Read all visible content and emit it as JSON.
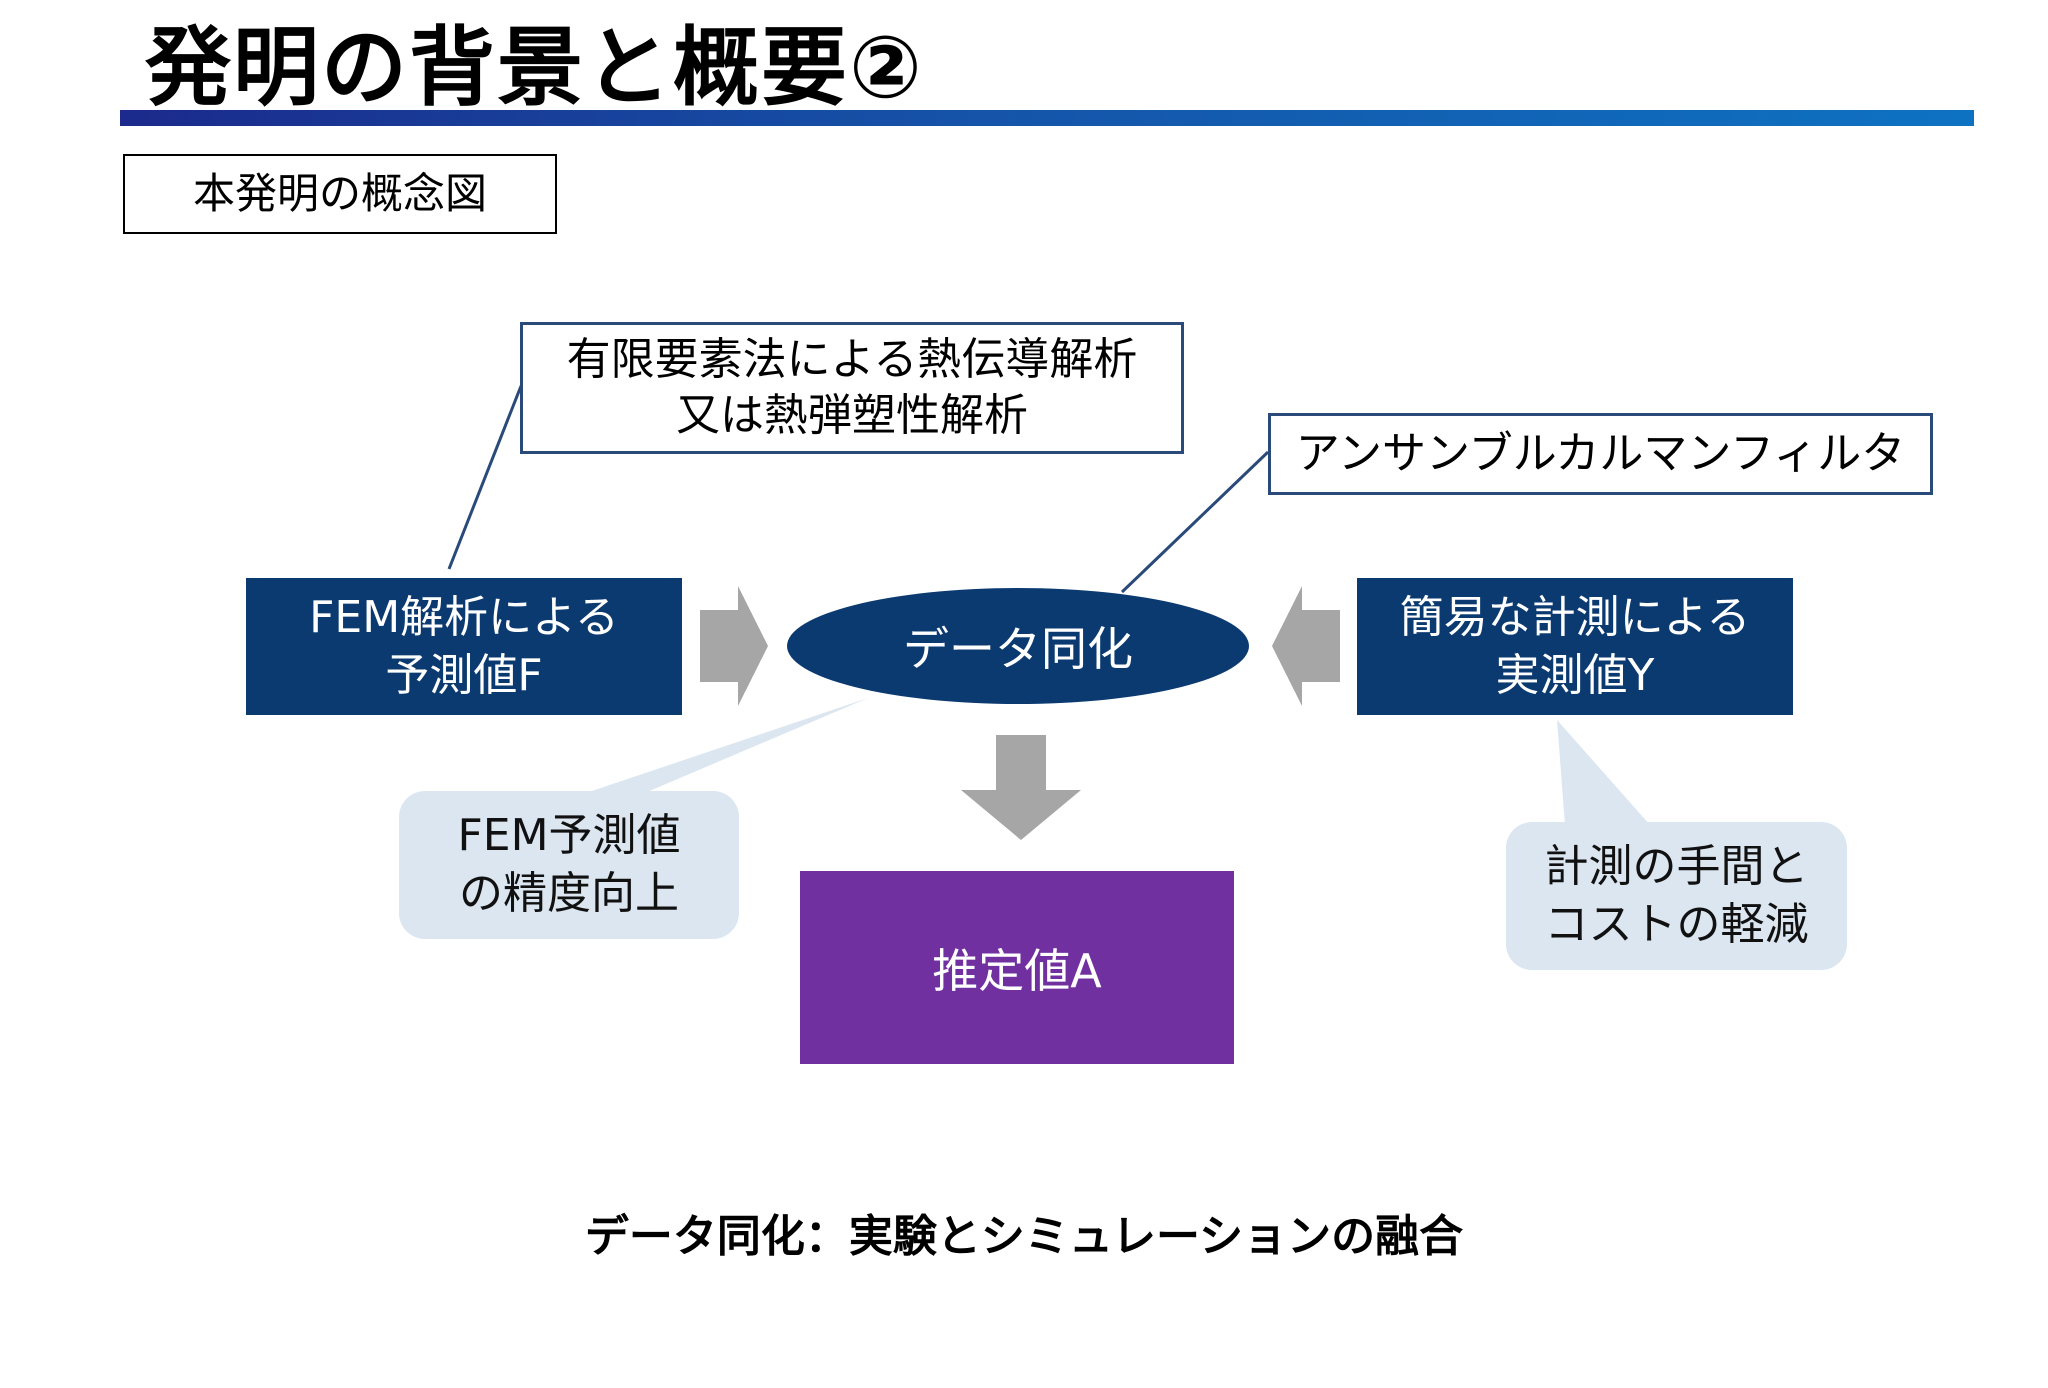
{
  "slide": {
    "title": "発明の背景と概要②",
    "section_label": "本発明の概念図"
  },
  "diagram": {
    "note_fem": [
      "有限要素法による熱伝導解析",
      "又は熱弾塑性解析"
    ],
    "note_filter": "アンサンブルカルマンフィルタ",
    "box_left": [
      "FEM解析による",
      "予測値F"
    ],
    "box_right": [
      "簡易な計測による",
      "実測値Y"
    ],
    "center": "データ同化",
    "bubble_left": [
      "FEM予測値",
      "の精度向上"
    ],
    "bubble_right": [
      "計測の手間と",
      "コストの軽減"
    ],
    "result": "推定値A"
  },
  "caption": "データ同化：実験とシミュレーションの融合",
  "colors": {
    "navy": "#0b3a70",
    "purple": "#7030a0",
    "bubble": "#dbe6f1",
    "arrow": "#a6a6a6",
    "title_bar_start": "#1b2a8c",
    "title_bar_end": "#0e72c2"
  }
}
